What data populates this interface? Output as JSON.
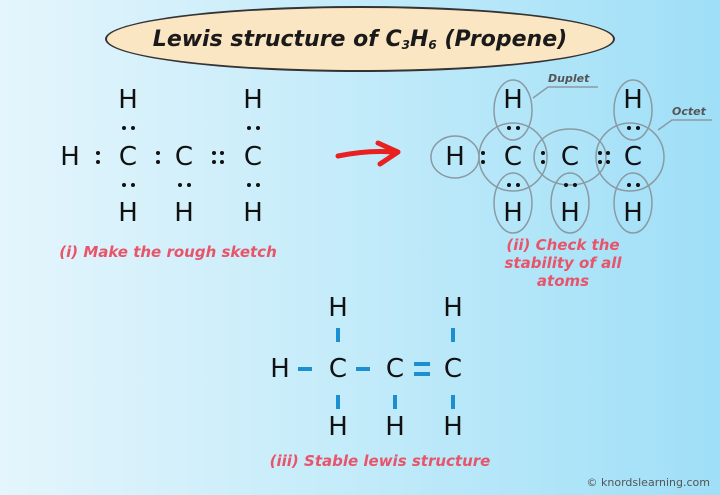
{
  "title": {
    "prefix": "Lewis structure of C",
    "sub1": "3",
    "mid": "H",
    "sub2": "6",
    "suffix": " (Propene)"
  },
  "steps": [
    {
      "caption": "(i) Make the rough sketch"
    },
    {
      "caption_line1": "(ii) Check the stability of all",
      "caption_line2": "atoms"
    },
    {
      "caption": "(iii) Stable lewis structure"
    }
  ],
  "annotations": {
    "duplet": "Duplet",
    "octet": "Octet"
  },
  "atoms": {
    "carbon": "C",
    "hydrogen": "H"
  },
  "credit": "© knordslearning.com",
  "colors": {
    "caption": "#e8546a",
    "bond": "#1b8fd0",
    "arrow": "#e8201f",
    "title_bg": "#fbe6c4"
  }
}
